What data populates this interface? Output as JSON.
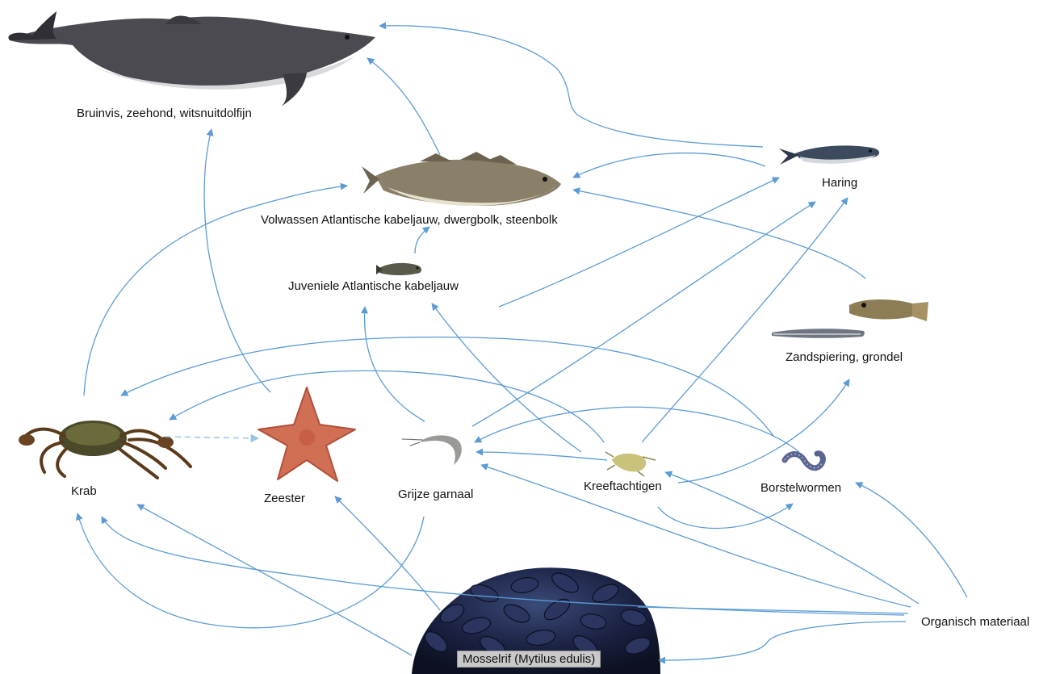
{
  "colors": {
    "arrow": "#5b9bd5",
    "dashed_arrow": "#9cc3e6"
  },
  "nodes": {
    "porpoise": {
      "label": "Bruinvis, zeehond, witsnuitdolfijn",
      "icon": "porpoise-icon"
    },
    "cod": {
      "label": "Volwassen Atlantische kabeljauw, dwergbolk, steenbolk",
      "icon": "cod-icon"
    },
    "juvenile_cod": {
      "label": "Juveniele Atlantische kabeljauw",
      "icon": "juvenile-cod-icon"
    },
    "herring": {
      "label": "Haring",
      "icon": "herring-icon"
    },
    "sandeel_goby": {
      "label": "Zandspiering, grondel",
      "icon": "sandeel-goby-icon"
    },
    "crab": {
      "label": "Krab",
      "icon": "crab-icon"
    },
    "starfish": {
      "label": "Zeester",
      "icon": "starfish-icon"
    },
    "shrimp": {
      "label": "Grijze garnaal",
      "icon": "shrimp-icon"
    },
    "crustaceans": {
      "label": "Kreeftachtigen",
      "icon": "crustacean-icon"
    },
    "bristleworms": {
      "label": "Borstelwormen",
      "icon": "bristleworm-icon"
    },
    "organic": {
      "label": "Organisch materiaal"
    },
    "mussel_bed": {
      "label": "Mosselrif (Mytilus edulis)",
      "icon": "mussel-bed-icon"
    }
  }
}
